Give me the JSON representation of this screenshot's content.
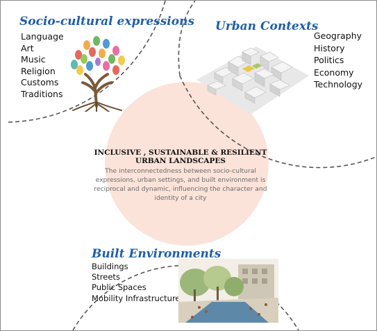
{
  "socio": {
    "title": "Socio-cultural expressions",
    "items": [
      "Language",
      "Art",
      "Music",
      "Religion",
      "Customs",
      "Traditions"
    ]
  },
  "urban": {
    "title": "Urban Contexts",
    "items": [
      "Geography",
      "History",
      "Politics",
      "Economy",
      "Technology"
    ]
  },
  "built": {
    "title": "Built Environments",
    "items": [
      "Buildings",
      "Streets",
      "Public Spaces",
      "Mobility  Infrastructure"
    ]
  },
  "center": {
    "title": "INCLUSIVE , SUSTAINABLE & RESILIENT URBAN LANDSCAPES",
    "description": "The interconnectedness between socio-cultural expressions, urban settings, and built environment is reciprocal and dynamic, influencing the character and identity of a city"
  },
  "colors": {
    "title_blue": "#1f5fa8",
    "center_fill": "#fbe3d9",
    "dashed_line": "#555555"
  },
  "icons": {
    "socio": "tree-of-hands-illustration",
    "urban": "city-model-illustration",
    "built": "streetscape-sketch-illustration"
  }
}
